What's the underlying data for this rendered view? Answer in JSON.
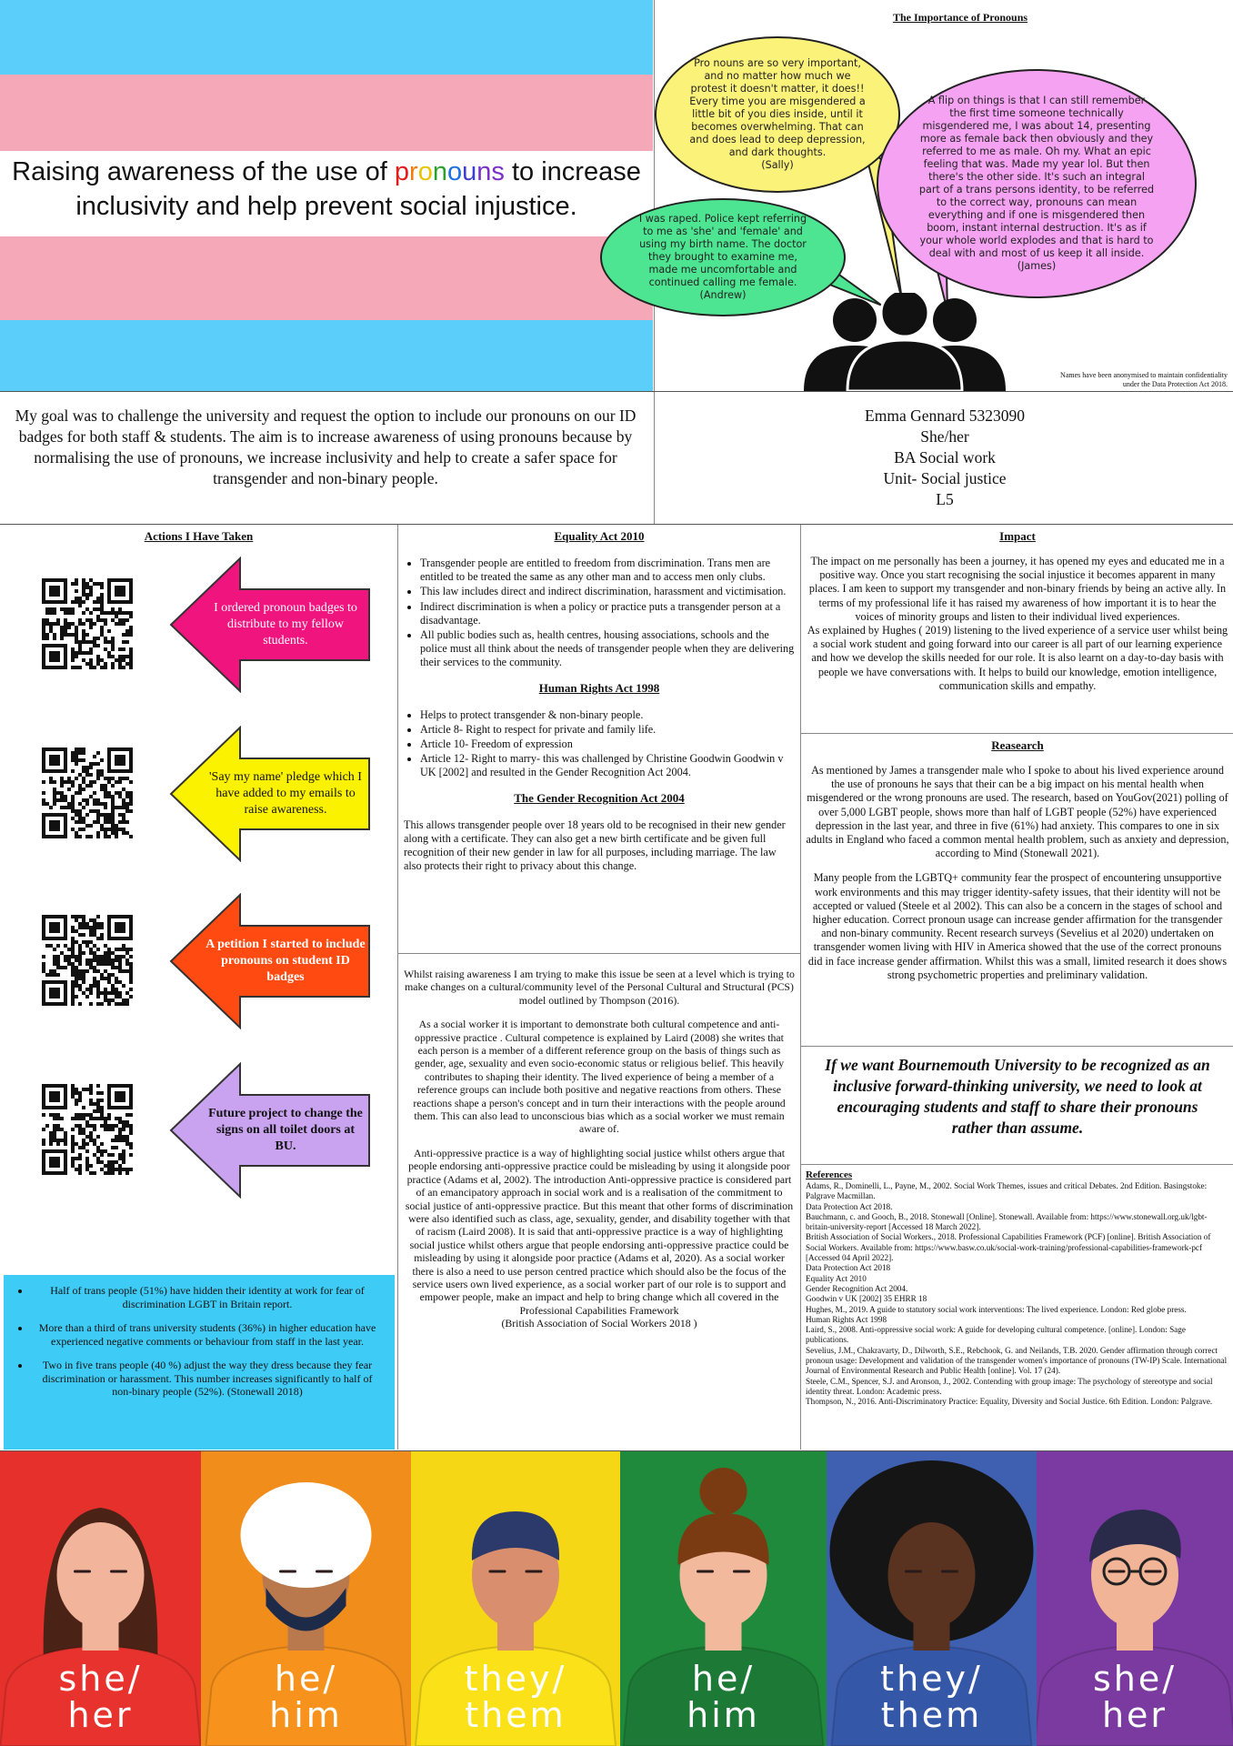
{
  "title": {
    "before": "Raising awareness of the use of ",
    "highlight_letters": [
      "p",
      "r",
      "o",
      "n",
      "o",
      "u",
      "n",
      "s"
    ],
    "after_line1": " to increase",
    "line2": "inclusivity and help prevent social injustice.",
    "letter_colors": [
      "#e21b1b",
      "#f07d12",
      "#e8c400",
      "#2aa22a",
      "#1e6fe0",
      "#3d3fd0",
      "#7b2fc9",
      "#7b2fc9"
    ]
  },
  "flag_colors": {
    "blue": "#5bcefa",
    "pink": "#f5a9b8",
    "white": "#ffffff"
  },
  "pronouns_section": {
    "heading": "The Importance of Pronouns",
    "bubbles": [
      {
        "name": "bubble-sally",
        "color": "#fbf27a",
        "text": "Pro nouns are so very important, and no matter how much we protest it doesn't matter, it does!! Every time you are misgendered a little bit of you dies inside, until it becomes overwhelming. That can and does lead to deep depression, and dark thoughts.",
        "who": "(Sally)"
      },
      {
        "name": "bubble-james",
        "color": "#f4a2f1",
        "text": "A flip on things is that I can still remember the first time someone technically misgendered me, I was about 14, presenting more as female back then obviously and they referred to me as male. Oh my. What an epic feeling that was. Made my year lol. But then there's the other side. It's such an integral part of a trans persons identity, to be referred to the correct way, pronouns can mean everything and if one is misgendered then boom, instant internal destruction. It's as if your whole world explodes and that is hard to deal with and most of us keep it all inside.",
        "who": "(James)"
      },
      {
        "name": "bubble-andrew",
        "color": "#4de591",
        "text": "I was raped. Police kept referring to me as 'she' and 'female' and using my birth name. The doctor they brought to examine me, made me uncomfortable and continued calling me female.",
        "who": "(Andrew)"
      }
    ],
    "footnote": "Names have been anonymised to maintain confidentiality under the Data Protection Act 2018."
  },
  "goal": "My goal was to challenge the university and request the option to include our pronouns on our ID badges for both staff & students. The aim is to increase awareness of using pronouns because by normalising the use of pronouns, we increase inclusivity and help to create a safer space for transgender and non-binary people.",
  "author": {
    "name": "Emma Gennard 5323090",
    "pronouns": "She/her",
    "course": "BA Social work",
    "unit": "Unit- Social justice",
    "level": "L5"
  },
  "actions": {
    "heading": "Actions I Have Taken",
    "items": [
      {
        "label": "I ordered pronoun badges to distribute to my fellow students.",
        "color": "#f0147e",
        "text_color": "#ffffff",
        "bold": false
      },
      {
        "label": "'Say my name' pledge which I have added to my emails to raise awareness.",
        "color": "#fbf200",
        "text_color": "#111111",
        "bold": false
      },
      {
        "label": "A petition I started to include pronouns on student ID badges",
        "color": "#ff4a12",
        "text_color": "#ffffff",
        "bold": true
      },
      {
        "label": "Future project to change the signs on all toilet doors at BU.",
        "color": "#c9a3ef",
        "text_color": "#111111",
        "bold": true
      }
    ]
  },
  "stats": [
    "Half of trans people (51%) have hidden their identity at work for fear of discrimination LGBT in Britain report.",
    "More than a third of trans university students (36%) in higher education have experienced negative comments or behaviour from staff in the last year.",
    "Two in five trans people (40 %) adjust the way they dress because they fear discrimination or harassment. This number increases significantly to half of non-binary people (52%). (Stonewall 2018)"
  ],
  "equality_act": {
    "heading": "Equality Act 2010",
    "items": [
      "Transgender people are entitled to freedom from discrimination. Trans men are entitled to be treated the same as any other man and to access men only clubs.",
      "This law includes direct and indirect discrimination, harassment and victimisation.",
      "Indirect discrimination is when a policy or practice puts a transgender person at a disadvantage.",
      "All public bodies such as, health centres, housing associations, schools and the police must all think about the needs of transgender people when they are delivering their services to the community."
    ]
  },
  "human_rights": {
    "heading": "Human Rights Act 1998",
    "items": [
      "Helps to protect transgender & non-binary people.",
      " Article 8- Right to respect for private and family life.",
      "Article 10- Freedom of expression",
      "Article 12- Right to marry- this was challenged by Christine Goodwin Goodwin v UK [2002] and resulted in the Gender Recognition Act 2004."
    ]
  },
  "gender_recognition": {
    "heading": "The Gender Recognition Act 2004",
    "text": "This allows transgender people over 18 years old to be recognised in their new gender along with a certificate. They can also get a new birth certificate and be given full recognition of their new gender in law for all purposes, including marriage. The law also protects their right to privacy about this change."
  },
  "pcs_text": [
    "Whilst raising awareness I am trying to make this issue be seen at a level which is trying to make changes on a cultural/community level of the Personal Cultural and Structural (PCS) model outlined by Thompson (2016).",
    "As a social worker it is important to demonstrate both cultural competence and anti-oppressive practice . Cultural competence is explained by Laird (2008) she writes that each person is a member of a different reference group on the basis of things such as gender, age, sexuality and even socio-economic status or religious belief. This heavily contributes to shaping their identity. The lived experience of being a member of a reference groups can include both positive and negative reactions from others. These reactions shape a person's concept and in turn their interactions with the people around them. This can also lead to unconscious bias which as a social worker we must remain aware of.",
    "Anti-oppressive practice is a way of highlighting social justice whilst others argue that people endorsing anti-oppressive practice could be misleading by using it alongside poor practice (Adams et al, 2002). The introduction Anti-oppressive practice is considered part of an emancipatory approach in social work and is a realisation of the commitment to social justice of anti-oppressive practice. But this meant that other forms of discrimination were also identified such as class, age, sexuality, gender, and disability together with that of racism (Laird 2008). It is said that anti-oppressive practice is a way of highlighting social justice whilst others argue that people endorsing anti-oppressive practice could be misleading by using it alongside poor practice (Adams et al, 2020). As a social worker there is also a need to use person centred practice which should also be the focus of the service users own lived experience, as a social worker part of our role is to support and empower people, make an impact and help to bring change which all covered in the Professional Capabilities Framework",
    "(British Association of Social Workers 2018 )"
  ],
  "impact": {
    "heading": "Impact",
    "paragraphs": [
      "The impact on me personally has been a journey, it has opened my eyes and educated me in a positive way. Once you start recognising the social injustice it becomes apparent in many places. I am keen to support my transgender and non-binary friends by being an active ally. In terms of my professional life it has raised my awareness of how important it is to hear the voices of minority groups and listen to their individual lived experiences.",
      "As explained by Hughes ( 2019) listening to the lived experience of a service user whilst being a social work student and going forward into our career is all part of our learning experience and how we develop the skills needed for our role. It is also learnt on a day-to-day basis with people we have conversations with. It helps to build our knowledge, emotion intelligence, communication skills and empathy."
    ]
  },
  "research": {
    "heading": "Reasearch",
    "paragraphs": [
      "As mentioned by James a transgender male who I spoke to about his lived experience around the use of pronouns he says that their can be a big impact on his mental health when misgendered or the wrong pronouns are used. The research, based on YouGov(2021) polling of over 5,000 LGBT people, shows more than half of LGBT people (52%) have experienced depression in the last year, and three in five (61%) had anxiety. This compares to one in six adults in England who faced a common mental health problem, such as anxiety and depression, according to Mind (Stonewall 2021).",
      "Many people from the LGBTQ+ community fear the prospect of encountering unsupportive work environments and this may trigger identity-safety issues, that their identity will not be accepted or valued (Steele et al 2002). This can also be a concern in the stages of school and higher education. Correct pronoun usage can increase gender affirmation for the transgender and non-binary community. Recent research surveys (Sevelius et al 2020) undertaken on transgender women living with HIV in America showed that the use of the correct pronouns did in face increase gender affirmation. Whilst this was a small, limited research it does shows strong psychometric properties and preliminary validation."
    ]
  },
  "callout": "If we want Bournemouth University to be recognized as an inclusive forward-thinking university, we need to look at encouraging students and staff to share their pronouns rather than assume.",
  "references": {
    "heading": "References",
    "items": [
      "Adams, R., Dominelli, L., Payne, M., 2002. Social Work Themes, issues and critical Debates. 2nd Edition. Basingstoke: Palgrave Macmillan.",
      "Data Protection Act 2018.",
      "Bauchmann, c. and Gooch, B., 2018. Stonewall [Online]. Stonewall. Available from: https://www.stonewall.org.uk/lgbt-britain-university-report [Accessed 18 March 2022].",
      "British Association of Social Workers., 2018. Professional Capabilities Framework (PCF) [online]. British Association of Social Workers. Available from: https://www.basw.co.uk/social-work-training/professional-capabilities-framework-pcf [Accessed 04 April 2022].",
      "Data Protection Act 2018",
      "Equality Act 2010",
      "Gender Recognition Act 2004.",
      "Goodwin v UK [2002] 35 EHRR 18",
      "Hughes, M., 2019. A guide to statutory social work interventions: The lived experience. London: Red globe press.",
      "Human Rights Act 1998",
      "Laird, S., 2008. Anti-oppressive social work: A guide for developing cultural competence. [online]. London: Sage publications.",
      "Sevelius, J.M., Chakravarty, D., Dilworth, S.E., Rebchook, G. and Neilands, T.B. 2020. Gender affirmation through correct pronoun usage: Development and validation of the transgender women's importance of pronouns (TW-IP) Scale. International Journal of Environmental Research and Public Health [online]. Vol. 17 (24).",
      "Steele, C.M., Spencer, S.J. and Aronson, J., 2002. Contending with group image: The psychology of stereotype and social identity threat. London: Academic press.",
      "Thompson, N., 2016. Anti-Discriminatory Practice: Equality, Diversity and Social Justice. 6th Edition. London: Palgrave."
    ]
  },
  "people": [
    {
      "pronoun_top": "she/",
      "pronoun_bottom": "her",
      "bg": "#e6302c",
      "shirt": "#e8322d",
      "skin": "#f2b49a",
      "hair": "#4a2216"
    },
    {
      "pronoun_top": "he/",
      "pronoun_bottom": "him",
      "bg": "#f18d1b",
      "shirt": "#f7931c",
      "skin": "#b9794d",
      "hair": "#ffffff"
    },
    {
      "pronoun_top": "they/",
      "pronoun_bottom": "them",
      "bg": "#f5d715",
      "shirt": "#fbe218",
      "skin": "#d98e6d",
      "hair": "#2b3a6a"
    },
    {
      "pronoun_top": "he/",
      "pronoun_bottom": "him",
      "bg": "#1f8a3c",
      "shirt": "#1d7a36",
      "skin": "#f3b99c",
      "hair": "#7a3a12"
    },
    {
      "pronoun_top": "they/",
      "pronoun_bottom": "them",
      "bg": "#3f5fb0",
      "shirt": "#3557a8",
      "skin": "#5a3220",
      "hair": "#151515"
    },
    {
      "pronoun_top": "she/",
      "pronoun_bottom": "her",
      "bg": "#7b3aa1",
      "shirt": "#7a3a9f",
      "skin": "#f1b496",
      "hair": "#2a2a4a"
    }
  ]
}
